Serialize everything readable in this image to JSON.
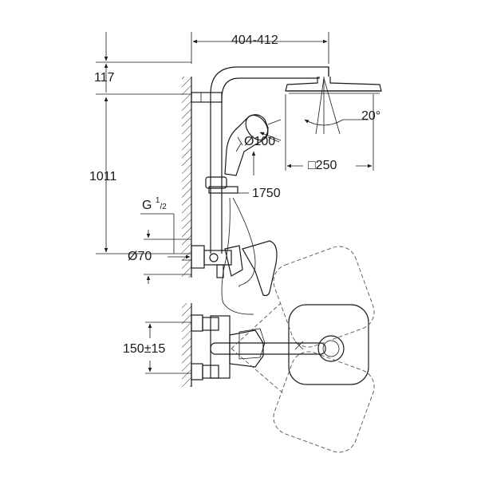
{
  "dimensions": {
    "arm_length": "404-412",
    "top_offset": "117",
    "height": "1011",
    "thread_letter": "G",
    "thread_num": "1",
    "thread_den": "2",
    "flange_diameter": "Ø70",
    "hand_shower_diameter": "Ø100",
    "head_size": "250",
    "tilt_angle": "20°",
    "hose_length": "1750",
    "centres": "150±15"
  }
}
